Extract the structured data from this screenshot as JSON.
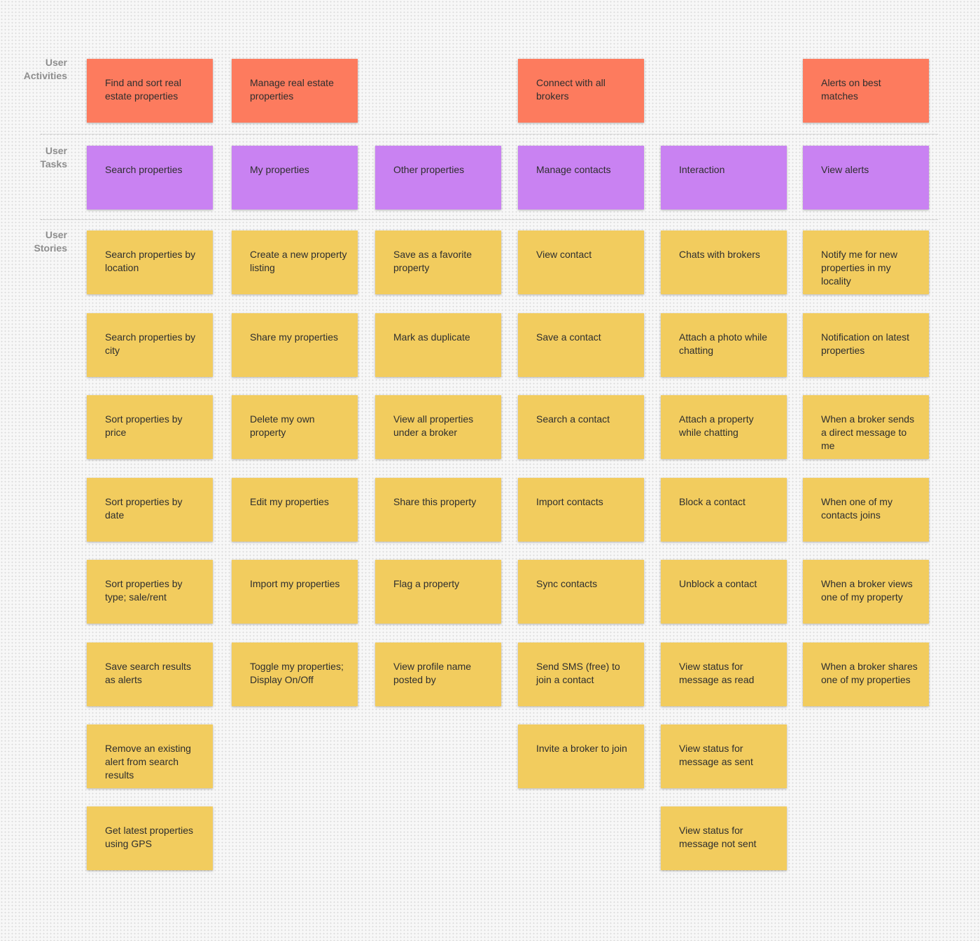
{
  "row_labels": {
    "activities": "User\nActivities",
    "tasks": "User\nTasks",
    "stories": "User\nStories"
  },
  "colors": {
    "activity": "#fd7b5e",
    "task": "#c982f2",
    "story": "#f2cc5e"
  },
  "activities": [
    "Find and sort real estate properties",
    "Manage real estate properties",
    "",
    "Connect with all brokers",
    "",
    "Alerts on best matches"
  ],
  "tasks": [
    "Search properties",
    "My properties",
    "Other properties",
    "Manage contacts",
    "Interaction",
    "View alerts"
  ],
  "stories": [
    [
      "Search properties by location",
      "Search properties by city",
      "Sort properties by price",
      "Sort properties by date",
      "Sort properties by type; sale/rent",
      "Save search results as alerts",
      "Remove an existing alert from search results",
      "Get latest properties using GPS"
    ],
    [
      "Create a new property listing",
      "Share my properties",
      "Delete my own property",
      "Edit my properties",
      "Import my properties",
      "Toggle my properties; Display On/Off"
    ],
    [
      "Save as a favorite property",
      "Mark as duplicate",
      "View all properties under a broker",
      "Share this property",
      "Flag a property",
      "View profile name posted by"
    ],
    [
      "View contact",
      "Save a contact",
      "Search a contact",
      "Import contacts",
      "Sync contacts",
      "Send SMS (free) to join a contact",
      "Invite a broker to join"
    ],
    [
      "Chats with brokers",
      "Attach a photo while chatting",
      "Attach a property while chatting",
      "Block a contact",
      "Unblock a contact",
      "View status for message as read",
      "View status for message as sent",
      "View status for message not sent"
    ],
    [
      "Notify me for new properties in my locality",
      "Notification on latest properties",
      "When a broker sends a direct message to me",
      "When one of my contacts joins",
      "When a broker views one of my property",
      "When a broker shares one of my properties"
    ]
  ]
}
